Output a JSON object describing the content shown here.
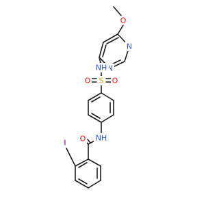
{
  "molecule": {
    "colors": {
      "bond": "#1a1a1a",
      "O": "#ff0d0d",
      "N": "#3050f8",
      "S": "#d4b400",
      "I": "#940094"
    },
    "atoms": [
      {
        "id": "o_methoxy",
        "label": "O",
        "element": "O"
      },
      {
        "id": "n_pyr1",
        "label": "N",
        "element": "N"
      },
      {
        "id": "n_pyr2",
        "label": "N",
        "element": "N"
      },
      {
        "id": "nh_sulfon",
        "label": "NH",
        "element": "N"
      },
      {
        "id": "s_sulfonyl",
        "label": "S",
        "element": "S"
      },
      {
        "id": "o_sulf_l",
        "label": "O",
        "element": "O"
      },
      {
        "id": "o_sulf_r",
        "label": "O",
        "element": "O"
      },
      {
        "id": "nh_amide",
        "label": "NH",
        "element": "N"
      },
      {
        "id": "o_amide",
        "label": "O",
        "element": "O"
      },
      {
        "id": "i_iodo",
        "label": "I",
        "element": "I"
      }
    ]
  }
}
